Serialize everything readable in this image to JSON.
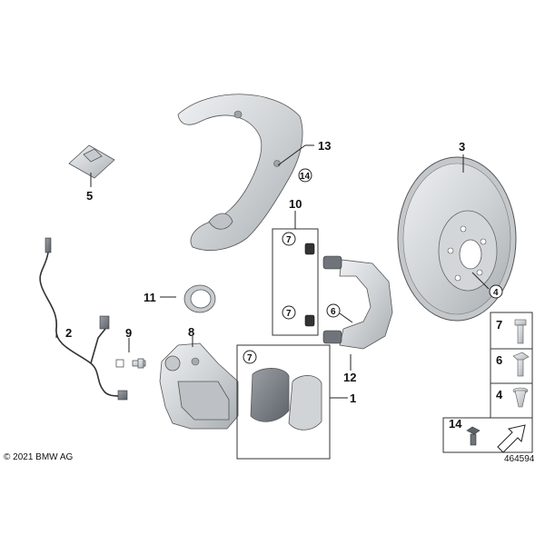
{
  "callouts": {
    "c1": "1",
    "c2": "2",
    "c3": "3",
    "c4": "4",
    "c5": "5",
    "c6": "6",
    "c7a": "7",
    "c7b": "7",
    "c7c": "7",
    "c8": "8",
    "c9": "9",
    "c10": "10",
    "c11": "11",
    "c12": "12",
    "c13": "13",
    "c14": "14"
  },
  "legend": {
    "l7": "7",
    "l6": "6",
    "l4": "4",
    "l14": "14"
  },
  "footer": {
    "copyright": "© 2021 BMW AG",
    "diagram_id": "464594"
  },
  "colors": {
    "part_fill": "#d9dcdf",
    "part_shade": "#b8bcc0",
    "stroke": "#222222"
  }
}
